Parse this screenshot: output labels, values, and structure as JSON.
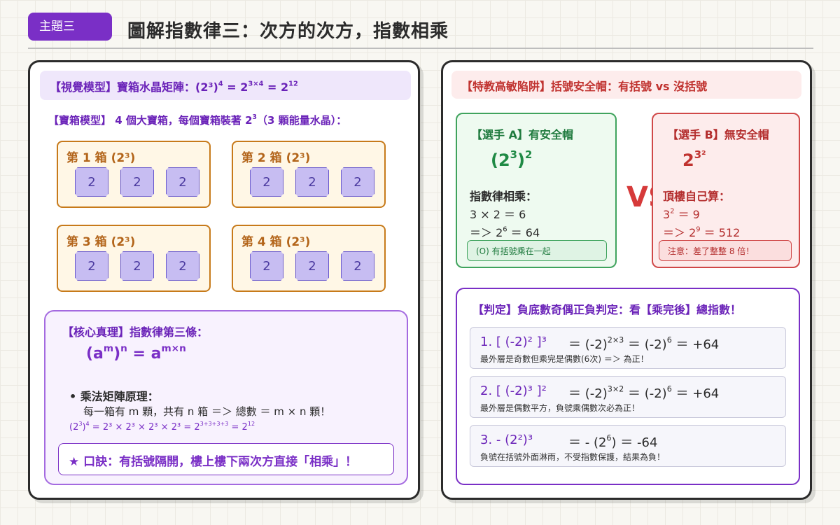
{
  "header": {
    "badge": "主題三",
    "title": "圖解指數律三：次方的次方，指數相乘"
  },
  "left": {
    "title_text": "【視覺模型】寶箱水晶矩陣：",
    "title_base": "(2³)",
    "title_exp": "4",
    "title_mid": " = 2",
    "title_mid_exp": "3×4",
    "title_end": " = 2",
    "title_end_exp": "12",
    "model_prefix": "【寶箱模型】 4 個大寶箱，每個寶箱裝著 2",
    "model_exp": "3",
    "model_suffix": "（3 顆能量水晶）：",
    "boxes": [
      {
        "label": "第 1 箱 (2³)",
        "crystals": [
          "2",
          "2",
          "2"
        ]
      },
      {
        "label": "第 2 箱 (2³)",
        "crystals": [
          "2",
          "2",
          "2"
        ]
      },
      {
        "label": "第 3 箱 (2³)",
        "crystals": [
          "2",
          "2",
          "2"
        ]
      },
      {
        "label": "第 4 箱 (2³)",
        "crystals": [
          "2",
          "2",
          "2"
        ]
      }
    ],
    "core": {
      "title": "【核心真理】指數律第三條：",
      "f_open": "(a",
      "f_m": "m",
      "f_close": ")",
      "f_n": "n",
      "f_eq": " = a",
      "f_mn": "m×n",
      "bullet_title": "• 乘法矩陣原理：",
      "bullet_text": "每一箱有 m 顆，共有 n 箱 ＝＞ 總數 ＝ m × n 顆！",
      "small_open": "(2",
      "small_3": "3",
      "small_close": ")",
      "small_4": "4",
      "small_mid": " = 2³ × 2³ × 2³ × 2³ = 2",
      "small_sum": "3+3+3+3",
      "small_eq": " = 2",
      "small_12": "12",
      "motto": "★ 口訣：有括號隔開，樓上樓下兩次方直接「相乘」！"
    }
  },
  "right": {
    "header": "【特教高敏陷阱】括號安全帽：有括號 vs 沒括號",
    "player_a": {
      "title": "【選手 A】有安全帽",
      "f_open": "(2",
      "f_3": "3",
      "f_close": ")",
      "f_2": "2",
      "step1": "指數律相乘：",
      "step2": "3 × 2 ＝ 6",
      "step3_pre": "＝＞ 2",
      "step3_exp": "6",
      "step3_post": " ＝ 64",
      "note": "(O) 有括號乘在一起"
    },
    "vs": "VS",
    "player_b": {
      "title": "【選手 B】無安全帽",
      "f_base": "2",
      "f_exp": "3²",
      "step1": "頂樓自己算：",
      "step2_pre": "3",
      "step2_exp": "2",
      "step2_post": " ＝ 9",
      "step3_pre": "＝＞ 2",
      "step3_exp": "9",
      "step3_post": " ＝ 512",
      "note": "注意：差了整整 8 倍！"
    },
    "judge": {
      "title": "【判定】負底數奇偶正負判定：看【乘完後】總指數！",
      "rows": [
        {
          "expr": "1. [ (-2)² ]³",
          "eq_a": "＝ (-2)",
          "eq_a_exp": "2×3",
          "eq_b": " ＝ (-2)",
          "eq_b_exp": "6",
          "eq_c": " ＝ +64",
          "desc": "最外層是奇數但乘完是偶數(6次) ＝＞ 為正！"
        },
        {
          "expr": "2. [ (-2)³ ]²",
          "eq_a": "＝ (-2)",
          "eq_a_exp": "3×2",
          "eq_b": " ＝ (-2)",
          "eq_b_exp": "6",
          "eq_c": " ＝ +64",
          "desc": "最外層是偶數平方，負號乘偶數次必為正！"
        },
        {
          "expr": "3. - (2²)³",
          "eq_a": "＝ - (2",
          "eq_a_exp": "6",
          "eq_b": ")",
          "eq_b_exp": "",
          "eq_c": " ＝ -64",
          "desc": "負號在括號外面淋雨，不受指數保護，結果為負！"
        }
      ]
    }
  },
  "colors": {
    "accent_purple": "#7a2fc6",
    "box_orange": "#c77a1a",
    "green": "#3fa35d",
    "red": "#d04848"
  }
}
